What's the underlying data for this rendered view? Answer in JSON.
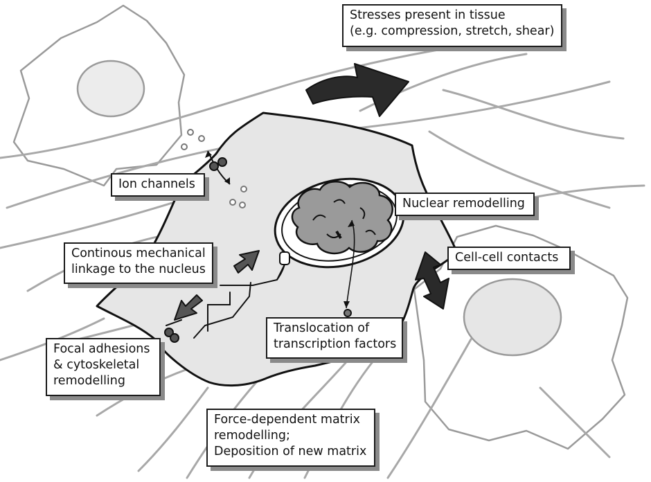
{
  "labels": {
    "stresses": "Stresses present in tissue\n(e.g. compression, stretch, shear)",
    "ion_channels": "Ion channels",
    "nuclear_remodelling": "Nuclear remodelling",
    "mechanical_linkage": "Continous mechanical\nlinkage to the nucleus",
    "cell_cell_contacts": "Cell-cell contacts",
    "focal_adhesions": "Focal adhesions\n& cytoskeletal\nremodelling",
    "translocation": "Translocation of\ntranscription factors",
    "matrix_remodelling": "Force-dependent matrix\nremodelling;\nDeposition of new matrix"
  },
  "colors": {
    "central_cell_fill": "#e6e6e6",
    "nucleus_fill": "#999999",
    "neighbor_cell_stroke": "#9a9a9a",
    "fiber_stroke": "#a8a8a8",
    "arrow_fill": "#2a2a2a",
    "shadow": "#8a8a8a"
  },
  "icons": [
    "stress-arrow-icon",
    "bidirectional-arrow-icon",
    "ion-particle-icon",
    "force-arrow-icon"
  ]
}
